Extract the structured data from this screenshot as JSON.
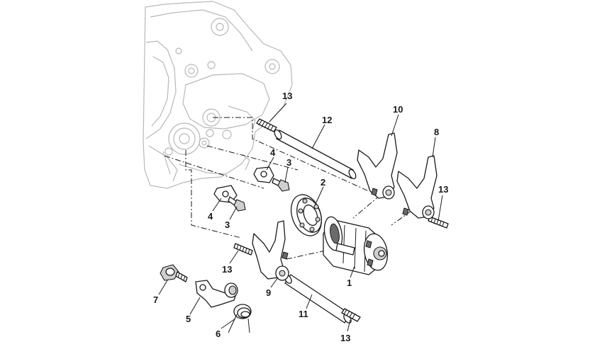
{
  "callouts": {
    "c1": "1",
    "c2": "2",
    "c3a": "3",
    "c3b": "3",
    "c4a": "4",
    "c4b": "4",
    "c5": "5",
    "c6": "6",
    "c7": "7",
    "c8": "8",
    "c9": "9",
    "c10": "10",
    "c11": "11",
    "c12": "12",
    "c13a": "13",
    "c13b": "13",
    "c13c": "13",
    "c13d": "13"
  }
}
